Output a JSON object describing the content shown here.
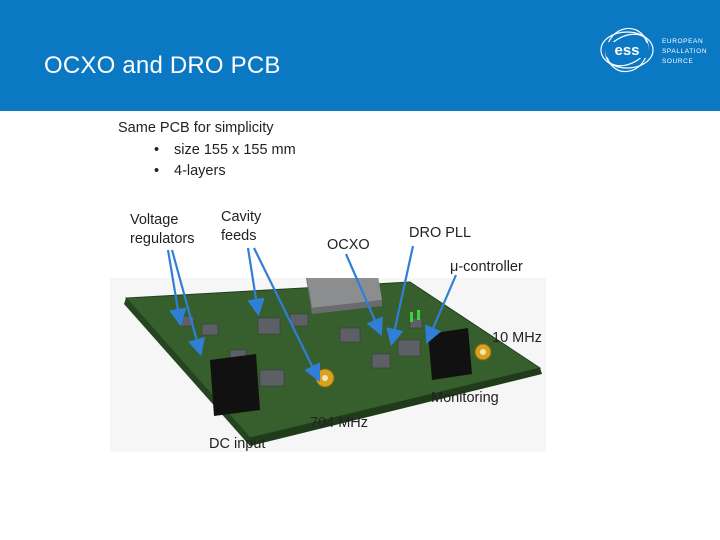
{
  "slide": {
    "title": "OCXO and DRO PCB",
    "logo": {
      "mark": "ess",
      "lines": [
        "EUROPEAN",
        "SPALLATION",
        "SOURCE"
      ]
    },
    "intro": {
      "heading": "Same PCB for simplicity",
      "bullets": [
        "size 155 x 155 mm",
        "4-layers"
      ]
    },
    "labels": {
      "voltage_regulators_1": "Voltage",
      "voltage_regulators_2": "regulators",
      "cavity_feeds_1": "Cavity",
      "cavity_feeds_2": "feeds",
      "ocxo": "OCXO",
      "dro_pll": "DRO PLL",
      "mu_controller": "μ-controller",
      "ten_mhz": "10 MHz",
      "monitoring": "Monitoring",
      "seven04_mhz": "704 MHz",
      "dc_input": "DC input"
    },
    "colors": {
      "header": "#0a78c2",
      "arrow": "#2f7fd6",
      "pcb": "#2f5a2a"
    }
  }
}
